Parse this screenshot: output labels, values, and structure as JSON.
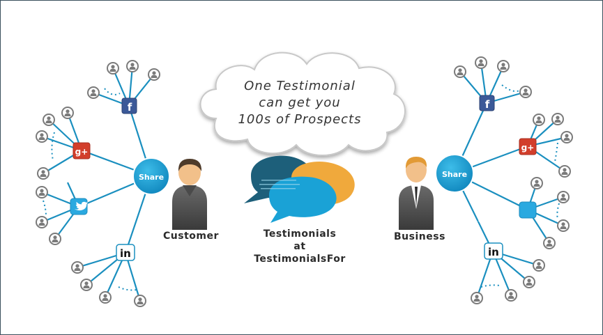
{
  "cloud": {
    "line1": "One Testimonial",
    "line2": "can get you",
    "line3": "100s of Prospects"
  },
  "share_label": "Share",
  "customer_label": "Customer",
  "business_label": "Business",
  "center": {
    "line1": "Testimonials",
    "line2": "at",
    "line3": "TestimonialsFor"
  },
  "icons": {
    "facebook": "facebook-icon",
    "googleplus": "google-plus-icon",
    "twitter": "twitter-icon",
    "linkedin": "linkedin-icon",
    "person": "person-icon",
    "speech": "speech-bubbles-icon"
  },
  "colors": {
    "line": "#1a8fbf",
    "hub": "#1499d3",
    "person_node": "#777777",
    "facebook": "#3b5998",
    "googleplus": "#d23e2b",
    "twitter": "#2aa9e0",
    "linkedin": "#0e76a8",
    "bubble_dark": "#1d5f7a",
    "bubble_orange": "#f0a93c",
    "bubble_blue": "#1aa2d6"
  }
}
